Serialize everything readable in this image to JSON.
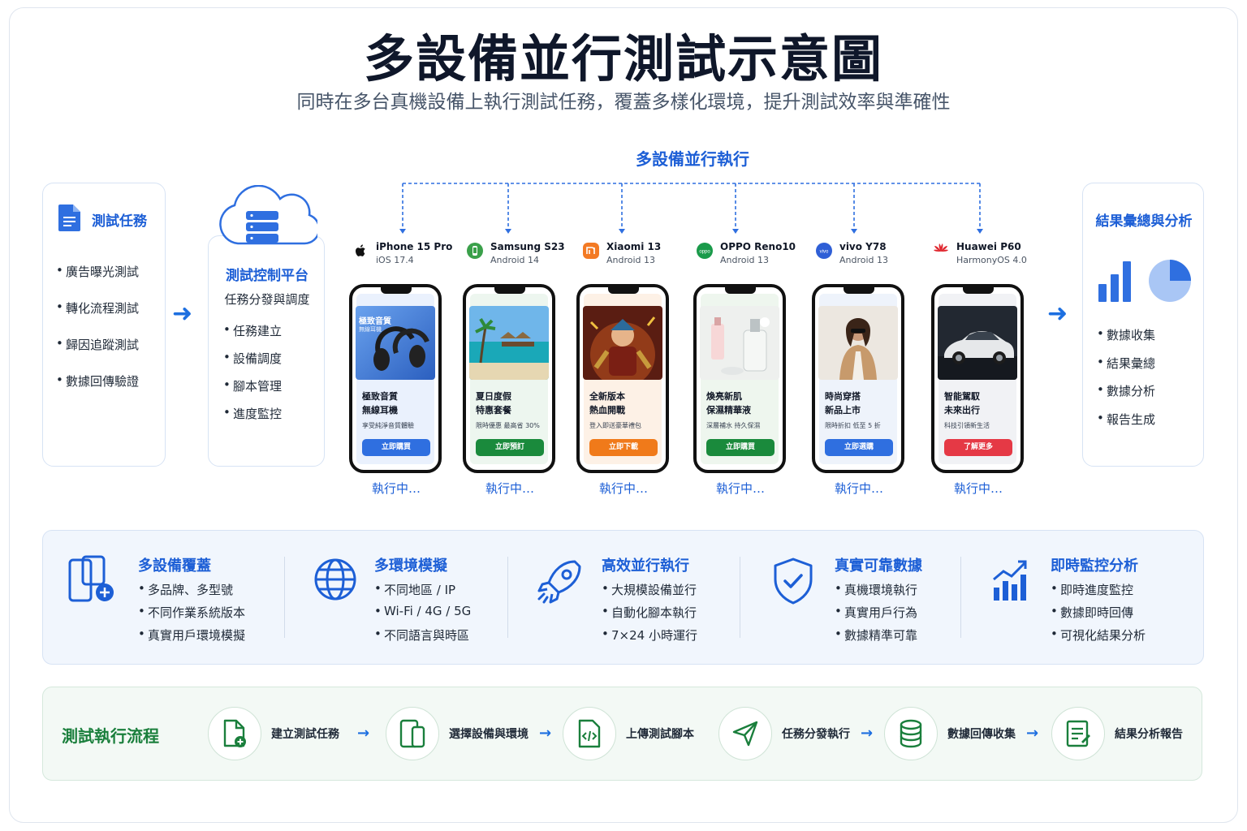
{
  "header": {
    "title": "多設備並行測試示意圖",
    "subtitle": "同時在多台真機設備上執行測試任務，覆蓋多樣化環境，提升測試效率與準確性"
  },
  "parallel_label": "多設備並行執行",
  "task_card": {
    "title": "測試任務",
    "items": [
      "廣告曝光測試",
      "轉化流程測試",
      "歸因追蹤測試",
      "數據回傳驗證"
    ]
  },
  "control_card": {
    "title": "測試控制平台",
    "subtitle": "任務分發與調度",
    "items": [
      "任務建立",
      "設備調度",
      "腳本管理",
      "進度監控"
    ]
  },
  "result_card": {
    "title": "結果彙總與分析",
    "items": [
      "數據收集",
      "結果彙總",
      "數據分析",
      "報告生成"
    ]
  },
  "devices": [
    {
      "name": "iPhone 15 Pro",
      "os": "iOS 17.4",
      "ad_title_1": "極致音質",
      "ad_title_2": "無線耳機",
      "ad_desc": "享受純淨音質體驗",
      "cta": "立即購買",
      "cta_color": "#2f6fe0",
      "img_caption": "極致音質",
      "img_caption2": "無線耳機",
      "status": "執行中…"
    },
    {
      "name": "Samsung S23",
      "os": "Android 14",
      "ad_title_1": "夏日度假",
      "ad_title_2": "特惠套餐",
      "ad_desc": "限時優惠 最高省 30%",
      "cta": "立即預訂",
      "cta_color": "#1a8a3c",
      "status": "執行中…"
    },
    {
      "name": "Xiaomi 13",
      "os": "Android 13",
      "ad_title_1": "全新版本",
      "ad_title_2": "熱血開戰",
      "ad_desc": "登入即送豪華禮包",
      "cta": "立即下載",
      "cta_color": "#f07a1a",
      "status": "執行中…"
    },
    {
      "name": "OPPO Reno10",
      "os": "Android 13",
      "ad_title_1": "煥亮新肌",
      "ad_title_2": "保濕精華液",
      "ad_desc": "深層補水 持久保濕",
      "cta": "立即購買",
      "cta_color": "#1a8a3c",
      "status": "執行中…"
    },
    {
      "name": "vivo Y78",
      "os": "Android 13",
      "ad_title_1": "時尚穿搭",
      "ad_title_2": "新品上市",
      "ad_desc": "限時折扣 低至 5 折",
      "cta": "立即選購",
      "cta_color": "#2f6fe0",
      "status": "執行中…"
    },
    {
      "name": "Huawei P60",
      "os": "HarmonyOS 4.0",
      "ad_title_1": "智能駕馭",
      "ad_title_2": "未來出行",
      "ad_desc": "科技引領新生活",
      "cta": "了解更多",
      "cta_color": "#e53945",
      "status": "執行中…"
    }
  ],
  "features": [
    {
      "title": "多設備覆蓋",
      "icon": "device-plus-icon",
      "items": [
        "多品牌、多型號",
        "不同作業系統版本",
        "真實用戶環境模擬"
      ]
    },
    {
      "title": "多環境模擬",
      "icon": "globe-icon",
      "items": [
        "不同地區 / IP",
        "Wi-Fi / 4G / 5G",
        "不同語言與時區"
      ]
    },
    {
      "title": "高效並行執行",
      "icon": "rocket-icon",
      "items": [
        "大規模設備並行",
        "自動化腳本執行",
        "7×24 小時運行"
      ]
    },
    {
      "title": "真實可靠數據",
      "icon": "shield-check-icon",
      "items": [
        "真機環境執行",
        "真實用戶行為",
        "數據精準可靠"
      ]
    },
    {
      "title": "即時監控分析",
      "icon": "bar-trend-icon",
      "items": [
        "即時進度監控",
        "數據即時回傳",
        "可視化結果分析"
      ]
    }
  ],
  "flow": {
    "title": "測試執行流程",
    "steps": [
      {
        "label": "建立測試任務",
        "icon": "file-plus-icon"
      },
      {
        "label": "選擇設備與環境",
        "icon": "devices-icon"
      },
      {
        "label": "上傳測試腳本",
        "icon": "code-file-icon"
      },
      {
        "label": "任務分發執行",
        "icon": "send-icon"
      },
      {
        "label": "數據回傳收集",
        "icon": "database-icon"
      },
      {
        "label": "結果分析報告",
        "icon": "report-icon"
      }
    ]
  },
  "colors": {
    "primary_blue": "#1d5fd6",
    "green": "#1a7f3c",
    "arrow_blue": "#1d6fe0"
  }
}
